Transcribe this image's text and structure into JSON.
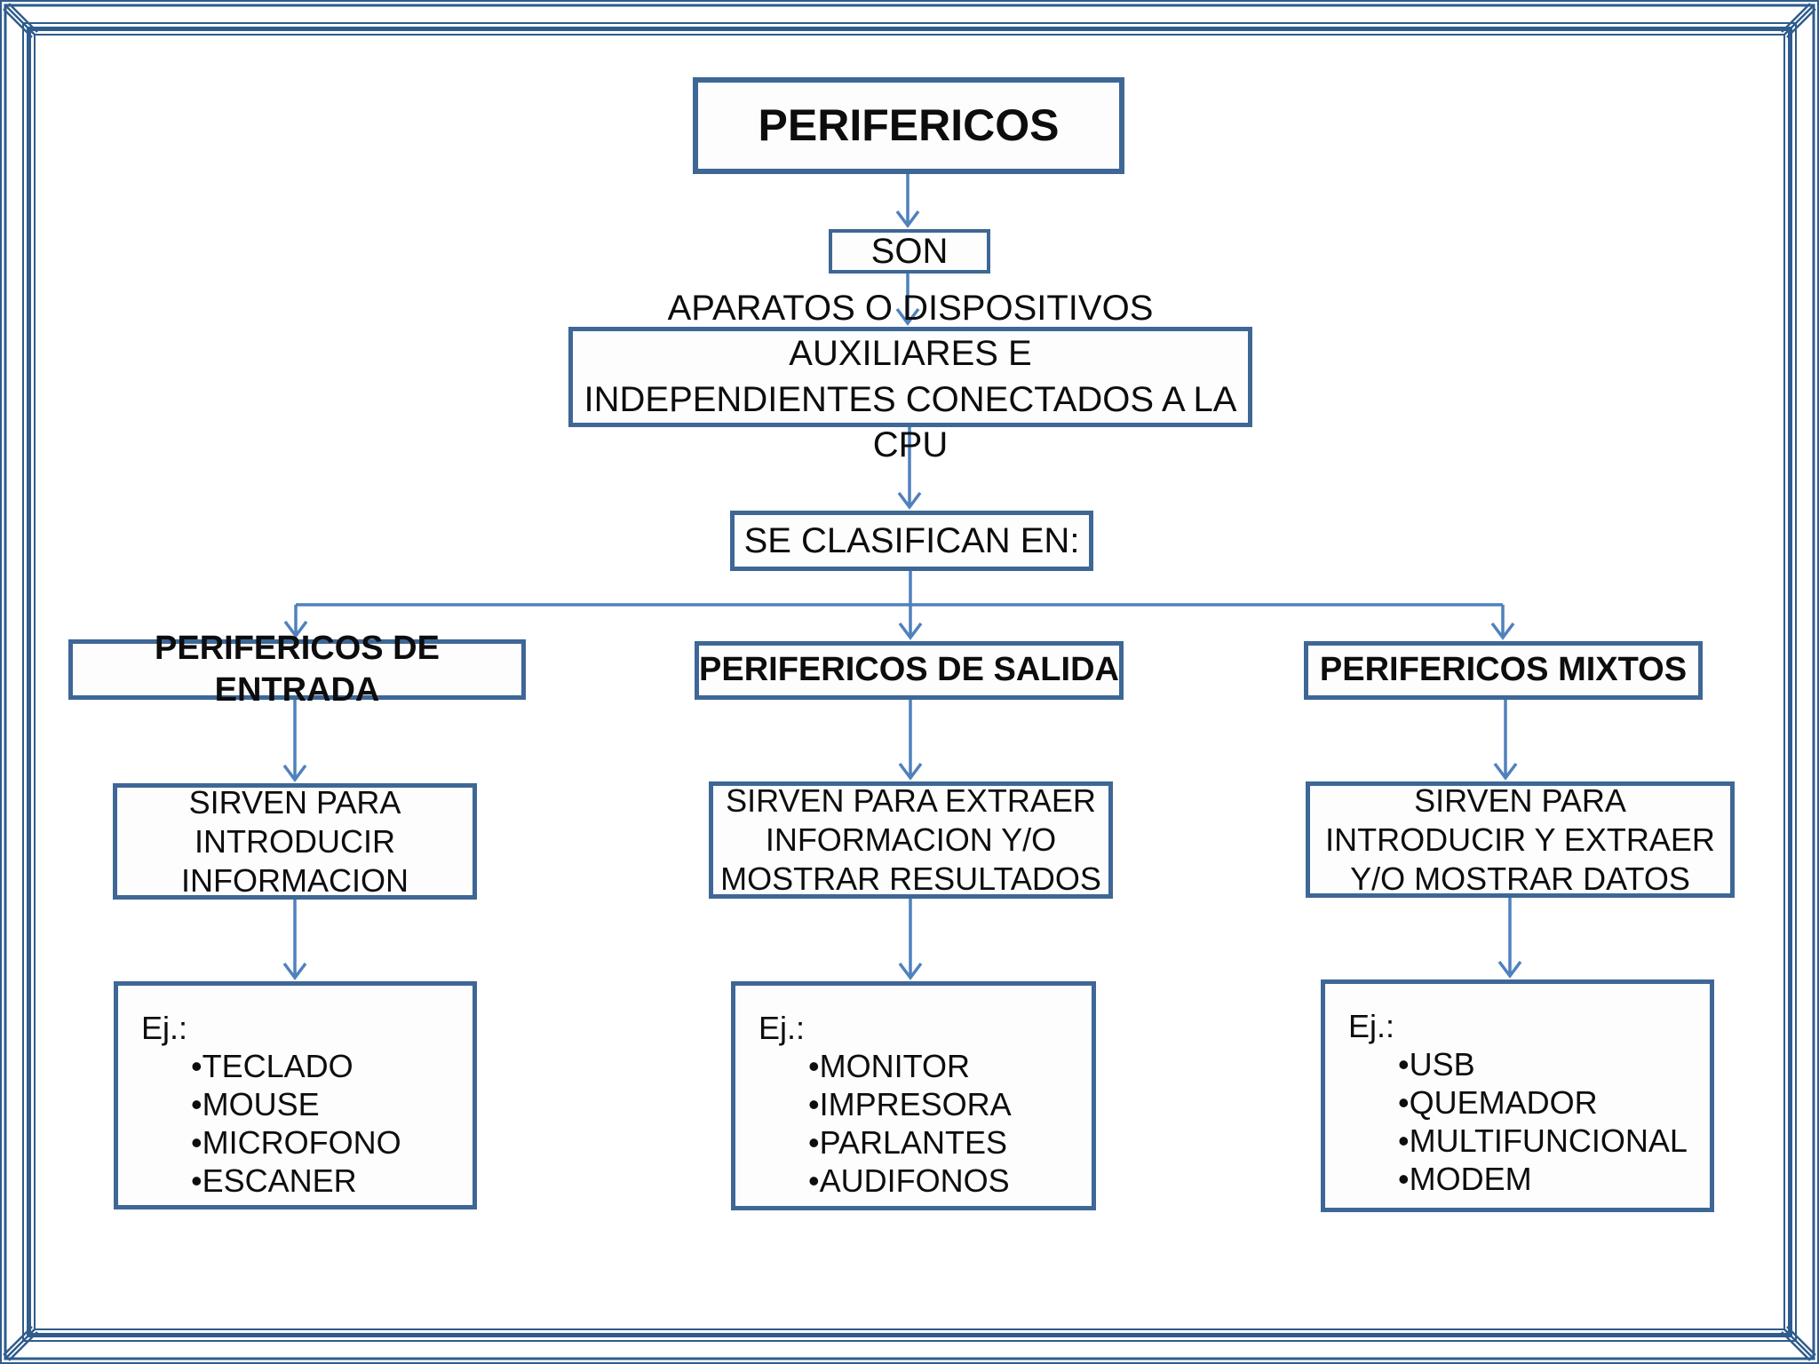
{
  "colors": {
    "frame_border": "#2f5c8c",
    "box_border": "#3e6796",
    "connector": "#4f81bd",
    "text": "#0d0d0d",
    "box_fill": "#fdfdfe",
    "page_background": "#ffffff"
  },
  "diagram": {
    "title": "PERIFERICOS",
    "son_label": "SON",
    "definition_lines": [
      "APARATOS O DISPOSITIVOS AUXILIARES E",
      "INDEPENDIENTES CONECTADOS A LA CPU"
    ],
    "classification_label": "SE CLASIFICAN EN:",
    "examples_label": "Ej.:",
    "bullet_char": "•",
    "columns": [
      {
        "header": "PERIFERICOS DE ENTRADA",
        "description_lines": [
          "SIRVEN PARA",
          "INTRODUCIR",
          "INFORMACION"
        ],
        "examples": [
          "TECLADO",
          "MOUSE",
          "MICROFONO",
          "ESCANER"
        ]
      },
      {
        "header": "PERIFERICOS DE SALIDA",
        "description_lines": [
          "SIRVEN PARA EXTRAER",
          "INFORMACION Y/O",
          "MOSTRAR RESULTADOS"
        ],
        "examples": [
          "MONITOR",
          "IMPRESORA",
          "PARLANTES",
          "AUDIFONOS"
        ]
      },
      {
        "header": "PERIFERICOS MIXTOS",
        "description_lines": [
          "SIRVEN PARA",
          "INTRODUCIR Y EXTRAER",
          "Y/O MOSTRAR DATOS"
        ],
        "examples": [
          "USB",
          "QUEMADOR",
          "MULTIFUNCIONAL",
          "MODEM"
        ]
      }
    ]
  }
}
